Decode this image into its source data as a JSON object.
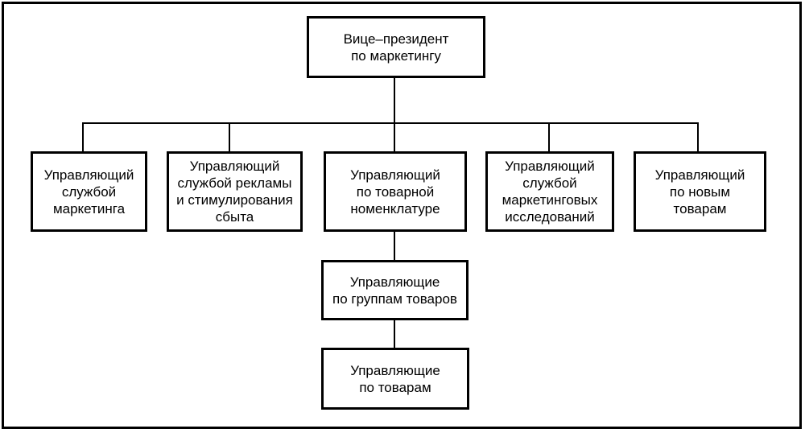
{
  "diagram": {
    "type": "org-chart",
    "root": {
      "label": "Вице–президент\nпо маркетингу"
    },
    "level2": [
      {
        "id": "marketing-service",
        "label": "Управляющий\nслужбой\nмаркетинга"
      },
      {
        "id": "advertising-sales-promotion",
        "label": "Управляющий\nслужбой рекламы\nи стимулирования\nсбыта"
      },
      {
        "id": "product-nomenclature",
        "label": "Управляющий\nпо товарной\nноменклатуре"
      },
      {
        "id": "marketing-research",
        "label": "Управляющий\nслужбой\nмаркетинговых\nисследований"
      },
      {
        "id": "new-products",
        "label": "Управляющий\nпо новым\nтоварам"
      }
    ],
    "level3": [
      {
        "id": "product-groups",
        "label": "Управляющие\nпо группам товаров"
      }
    ],
    "level4": [
      {
        "id": "products",
        "label": "Управляющие\nпо товарам"
      }
    ]
  },
  "colors": {
    "background": "#ffffff",
    "line": "#000000",
    "text": "#000000"
  }
}
